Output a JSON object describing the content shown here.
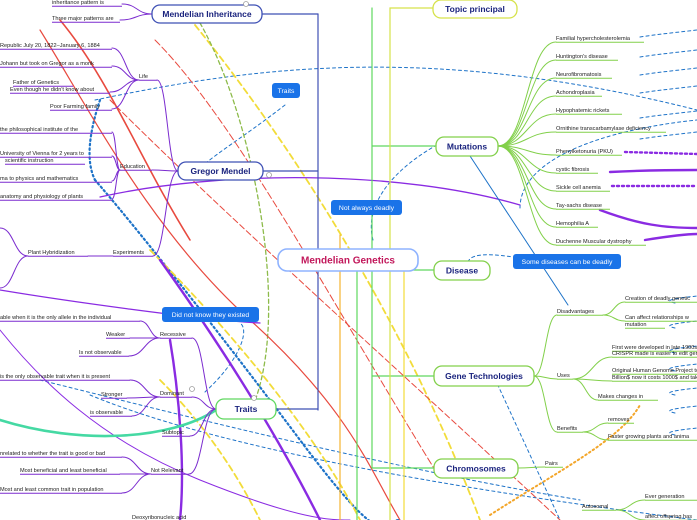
{
  "colors": {
    "central": "#c2185b",
    "central_stroke": "#8fb3ff",
    "left_line": "#3f51b5",
    "right_line": "#5fd85f",
    "node_stroke_blue": "#3f51b5",
    "node_stroke_green": "#82d04a",
    "node_stroke_yellow": "#d6e24a",
    "leaf_line": "#7b2ccf",
    "leaf_line_green": "#82d04a",
    "badge": "#1a73e8",
    "dash_blue": "#1e73c8",
    "dash_yellow": "#f2dc3a",
    "dash_olive": "#8dbb4a",
    "dash_orange": "#f3a62a",
    "purple": "#8a2be2",
    "red": "#e84a3f",
    "teal": "#45d9a3"
  },
  "central": {
    "text": "Mendelian Genetics"
  },
  "branches": [
    {
      "id": "b_inheritance",
      "text": "Mendelian Inheritance"
    },
    {
      "id": "b_mendel",
      "text": "Gregor Mendel"
    },
    {
      "id": "b_traits",
      "text": "Traits"
    },
    {
      "id": "b_topic",
      "text": "Topic principal"
    },
    {
      "id": "b_mutations",
      "text": "Mutations"
    },
    {
      "id": "b_disease",
      "text": "Disease"
    },
    {
      "id": "b_genetech",
      "text": "Gene Technologies"
    },
    {
      "id": "b_chromosomes",
      "text": "Chromosomes"
    }
  ],
  "leaves": [
    {
      "id": "l_inh1",
      "text": "inheritance pattern is"
    },
    {
      "id": "l_inh2",
      "text": "Three major patterns are"
    },
    {
      "id": "l_life",
      "text": "Life"
    },
    {
      "id": "l_born",
      "text": "Republic July 20, 1822–January 6, 1884"
    },
    {
      "id": "l_johann",
      "text": "Johann but took on Gregor as a monk"
    },
    {
      "id": "l_father",
      "text": "Father of Genetics"
    },
    {
      "id": "l_father2",
      "text": "Even though he didn't know about"
    },
    {
      "id": "l_poor",
      "text": "Poor Farming family"
    },
    {
      "id": "l_philo",
      "text": "the philosophical institute of the"
    },
    {
      "id": "l_vienna1",
      "text": "University of Vienna for 2 years to"
    },
    {
      "id": "l_vienna2",
      "text": "scientific instruction"
    },
    {
      "id": "l_education",
      "text": "Education"
    },
    {
      "id": "l_physics",
      "text": "ma to physics and mathematics"
    },
    {
      "id": "l_anatomy",
      "text": "anatomy and physiology of plants"
    },
    {
      "id": "l_plant",
      "text": "Plant Hybridization"
    },
    {
      "id": "l_experiments",
      "text": "Experiments"
    },
    {
      "id": "l_observable",
      "text": "able when it is the only allele in the individual"
    },
    {
      "id": "l_weaker",
      "text": "Weaker"
    },
    {
      "id": "l_recessive",
      "text": "Recessive"
    },
    {
      "id": "l_notobs",
      "text": "Is not observable"
    },
    {
      "id": "l_onlyobs",
      "text": "is the only observable trait when it is present"
    },
    {
      "id": "l_stronger",
      "text": "Stronger"
    },
    {
      "id": "l_dominant",
      "text": "Dominant"
    },
    {
      "id": "l_isobs",
      "text": "is observable"
    },
    {
      "id": "l_subtopic",
      "text": "Subtopic"
    },
    {
      "id": "l_unrelated",
      "text": "nrelated to whether the trait is good or bad"
    },
    {
      "id": "l_notrelevant",
      "text": "Not Relevant"
    },
    {
      "id": "l_mostbenef",
      "text": "Most beneficial and least beneficial"
    },
    {
      "id": "l_mostcommon",
      "text": "Most and least common trait in population"
    },
    {
      "id": "l_dna",
      "text": "Deoxyribonucleic acid"
    },
    {
      "id": "l_familial",
      "text": "Familial hypercholesterolemia"
    },
    {
      "id": "l_huntington",
      "text": "Huntington's disease"
    },
    {
      "id": "l_neuro",
      "text": "Neurofibromatosis"
    },
    {
      "id": "l_achondro",
      "text": "Achondroplasia"
    },
    {
      "id": "l_hypophos",
      "text": "Hypophatemic rickets"
    },
    {
      "id": "l_ornithine",
      "text": "Ornithine transcarbamylase deficiency"
    },
    {
      "id": "l_pku",
      "text": "Phenylketonuria (PKU)"
    },
    {
      "id": "l_cystic",
      "text": "cystic fibrosis"
    },
    {
      "id": "l_sickle",
      "text": "Sickle cell anemia"
    },
    {
      "id": "l_taysachs",
      "text": "Tay-sachs disease"
    },
    {
      "id": "l_hemophilia",
      "text": "Hemophilia A"
    },
    {
      "id": "l_duchenne",
      "text": "Duchenne Muscular dystrophy"
    },
    {
      "id": "l_disadv",
      "text": "Disadvantages"
    },
    {
      "id": "l_creation",
      "text": "Creation of deadly genetic"
    },
    {
      "id": "l_relation1",
      "text": "Can affect relationships w"
    },
    {
      "id": "l_relation2",
      "text": "mutation"
    },
    {
      "id": "l_uses",
      "text": "Uses"
    },
    {
      "id": "l_first1",
      "text": "First were developed in late 1900s"
    },
    {
      "id": "l_first2",
      "text": "CRISPR made is easier to edit gene"
    },
    {
      "id": "l_orig1",
      "text": "Original Human Genome Project too"
    },
    {
      "id": "l_orig2",
      "text": "Billion$ now it costs 1000$ and take"
    },
    {
      "id": "l_makes",
      "text": "Makes changes in"
    },
    {
      "id": "l_benefits",
      "text": "Benefits"
    },
    {
      "id": "l_removes",
      "text": "removes"
    },
    {
      "id": "l_faster",
      "text": "Faster growing plants and anima"
    },
    {
      "id": "l_pairs",
      "text": "Pairs"
    },
    {
      "id": "l_autosomal",
      "text": "Autosomal"
    },
    {
      "id": "l_evergen",
      "text": "Ever generation"
    },
    {
      "id": "l_affect",
      "text": "affect offspring has"
    }
  ],
  "badges": [
    {
      "id": "g_traits",
      "text": "Traits"
    },
    {
      "id": "g_notalways",
      "text": "Not always deadly"
    },
    {
      "id": "g_didnot",
      "text": "Did not know they existed"
    },
    {
      "id": "g_some",
      "text": "Some diseases can be deadly"
    }
  ]
}
